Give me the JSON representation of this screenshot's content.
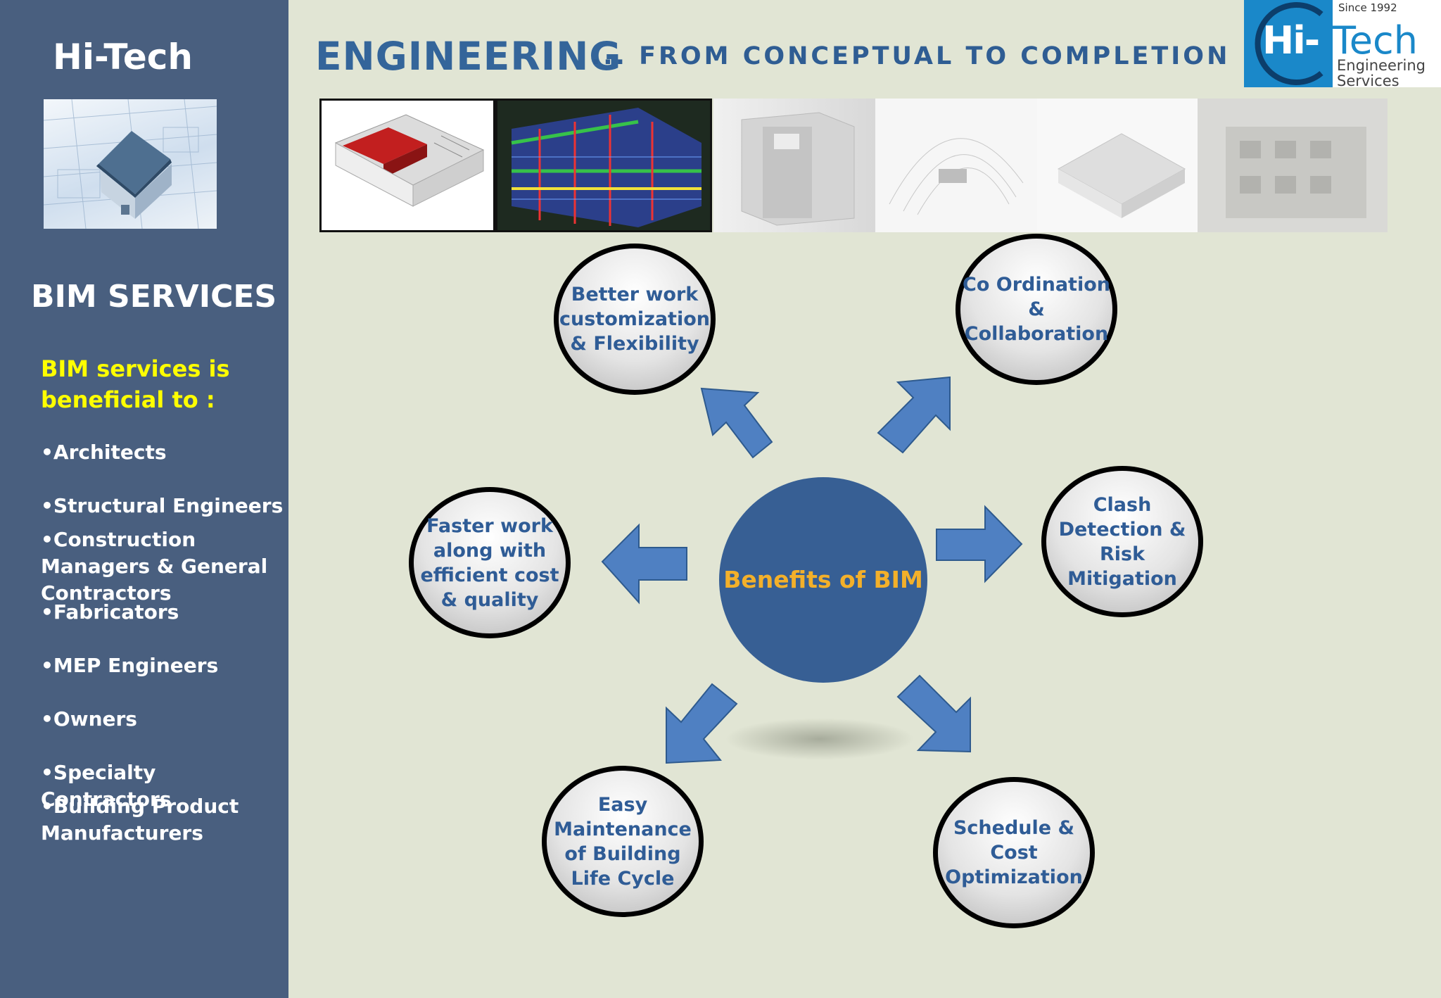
{
  "sidebar": {
    "brand": "Hi-Tech",
    "section_title": "BIM SERVICES",
    "intro": "BIM services is beneficial to :",
    "audience": [
      "•Architects",
      "•Structural Engineers",
      "•Construction Managers &  General Contractors",
      "•Fabricators",
      "•MEP Engineers",
      "•Owners",
      "•Specialty Contractors",
      "•Building Product Manufacturers"
    ]
  },
  "header": {
    "title": "ENGINEERING",
    "tagline": "... FROM  CONCEPTUAL TO COMPLETION"
  },
  "logo": {
    "since": "Since 1992",
    "hi": "Hi-",
    "tech": "Tech",
    "line1": "Engineering",
    "line2": "Services"
  },
  "diagram": {
    "hub": "Benefits of BIM",
    "benefits": [
      "Better work customization & Flexibility",
      "Co Ordination & Collaboration",
      "Faster work along with efficient cost & quality",
      "Clash Detection & Risk Mitigation",
      "Easy Maintenance of Building Life Cycle",
      "Schedule & Cost Optimization"
    ]
  },
  "colors": {
    "sidebar_bg": "#495f7f",
    "page_bg": "#e1e5d4",
    "accent_blue": "#34659a",
    "arrow_blue": "#4f80c2",
    "highlight_yellow": "#ffff00",
    "hub_text": "#f3b02a"
  }
}
